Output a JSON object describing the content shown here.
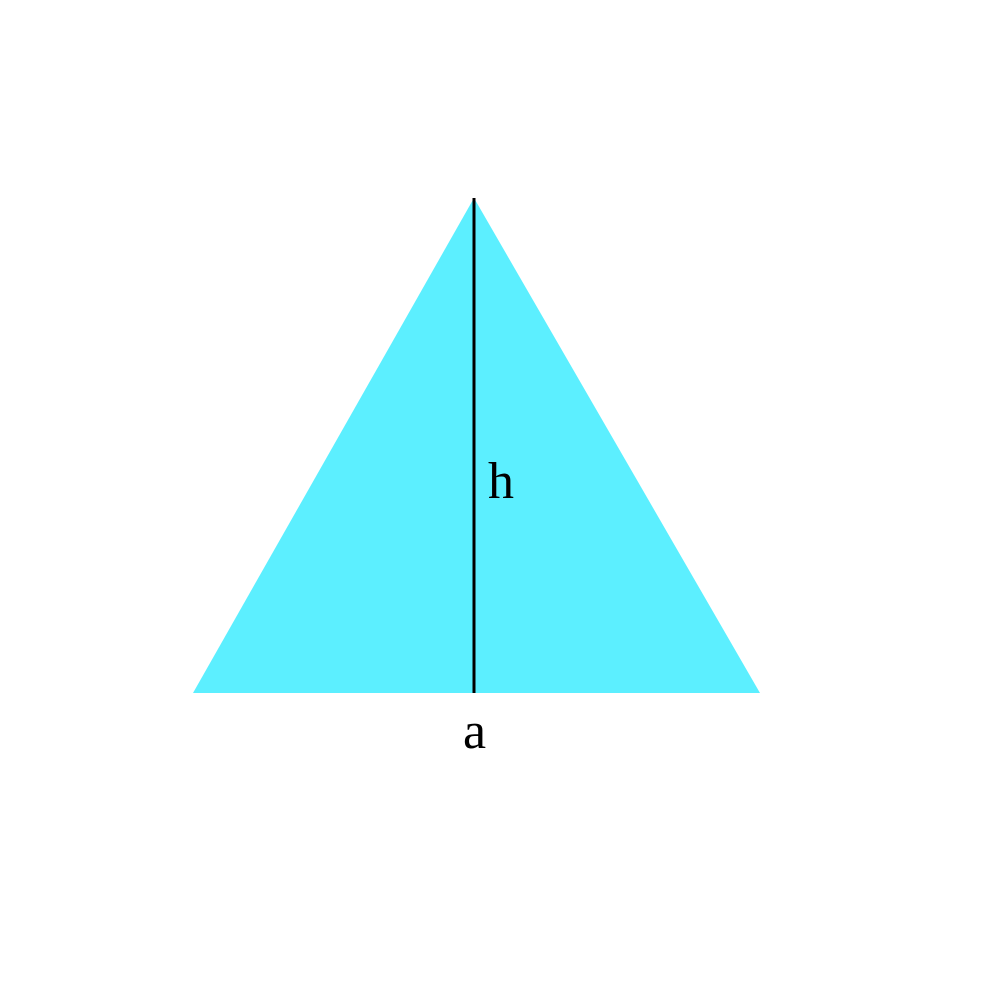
{
  "diagram": {
    "shape": "triangle",
    "fill_color": "#5cefff",
    "line_color": "#000000",
    "labels": {
      "height": "h",
      "base": "a"
    }
  }
}
